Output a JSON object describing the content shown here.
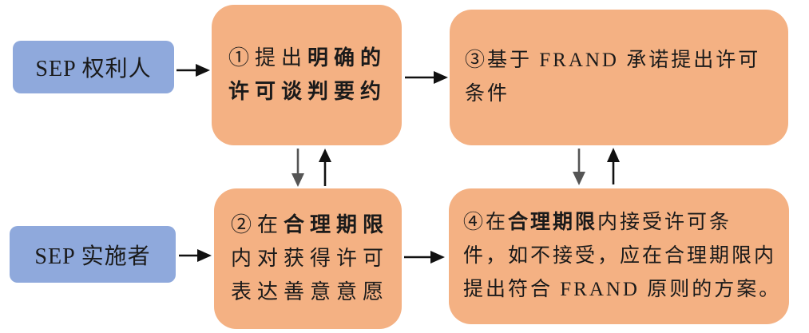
{
  "diagram_title": "SEP FRAND licensing negotiation flow",
  "colors": {
    "background": "#ffffff",
    "actor_fill": "#8fa9dc",
    "step_fill": "#f4b183",
    "text": "#1a1a1a",
    "arrow": "#111111",
    "arrow_muted": "#555555"
  },
  "actors": [
    {
      "label": "SEP 权利人"
    },
    {
      "label": "SEP 实施者"
    }
  ],
  "steps": [
    {
      "full_text": "①提出明确的许可谈判要约",
      "lines": [
        {
          "segs": [
            {
              "t": "①提出",
              "b": false
            },
            {
              "t": "明确的",
              "b": true
            }
          ]
        },
        {
          "segs": [
            {
              "t": "许可谈判要约",
              "b": true
            }
          ]
        }
      ]
    },
    {
      "full_text": "②在合理期限内对获得许可表达善意意愿",
      "lines": [
        {
          "segs": [
            {
              "t": "②在",
              "b": false
            },
            {
              "t": "合理期限",
              "b": true
            }
          ]
        },
        {
          "segs": [
            {
              "t": "内对获得许可",
              "b": false
            }
          ]
        },
        {
          "segs": [
            {
              "t": "表达善意意愿",
              "b": false
            }
          ]
        }
      ]
    },
    {
      "full_text": "③基于 FRAND 承诺提出许可条件",
      "lines": [
        {
          "segs": [
            {
              "t": "③基于 FRAND 承诺提出许可",
              "b": false
            }
          ]
        },
        {
          "segs": [
            {
              "t": "条件",
              "b": false
            }
          ]
        }
      ]
    },
    {
      "full_text": "④在合理期限内接受许可条件，如不接受，应在合理期限内提出符合 FRAND 原则的方案。",
      "lines": [
        {
          "segs": [
            {
              "t": "④在",
              "b": false
            },
            {
              "t": "合理期限",
              "b": true
            },
            {
              "t": "内接受许可条",
              "b": false
            }
          ]
        },
        {
          "segs": [
            {
              "t": "件，如不接受，应在合理期限内",
              "b": false
            }
          ]
        },
        {
          "segs": [
            {
              "t": "提出符合 FRAND 原则的方案。",
              "b": false
            }
          ]
        }
      ]
    }
  ],
  "connections": [
    {
      "from": "SEP 权利人",
      "to": "①提出明确的许可谈判要约",
      "direction": "right"
    },
    {
      "from": "①提出明确的许可谈判要约",
      "to": "③基于 FRAND 承诺提出许可条件",
      "direction": "right"
    },
    {
      "from": "①提出明确的许可谈判要约",
      "to": "②在合理期限内对获得许可表达善意意愿",
      "direction": "down"
    },
    {
      "from": "②在合理期限内对获得许可表达善意意愿",
      "to": "①提出明确的许可谈判要约",
      "direction": "up"
    },
    {
      "from": "SEP 实施者",
      "to": "②在合理期限内对获得许可表达善意意愿",
      "direction": "right"
    },
    {
      "from": "②在合理期限内对获得许可表达善意意愿",
      "to": "④在合理期限内接受许可条件，如不接受，应在合理期限内提出符合 FRAND 原则的方案。",
      "direction": "right"
    },
    {
      "from": "③基于 FRAND 承诺提出许可条件",
      "to": "④在合理期限内接受许可条件，如不接受，应在合理期限内提出符合 FRAND 原则的方案。",
      "direction": "down"
    },
    {
      "from": "④在合理期限内接受许可条件，如不接受，应在合理期限内提出符合 FRAND 原则的方案。",
      "to": "③基于 FRAND 承诺提出许可条件",
      "direction": "up"
    }
  ]
}
